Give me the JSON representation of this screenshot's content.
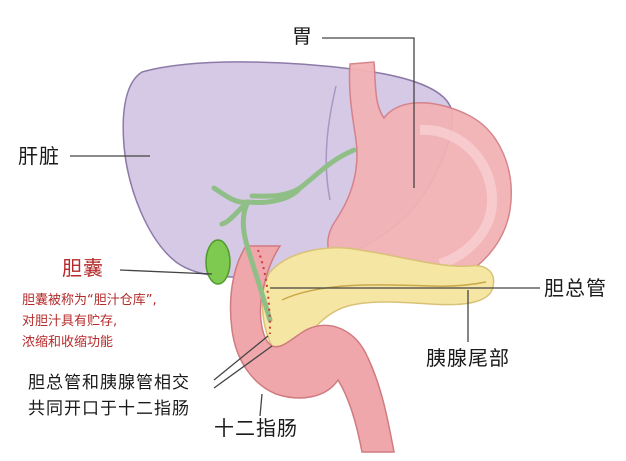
{
  "labels": {
    "stomach": "胃",
    "liver": "肝脏",
    "gallbladder": "胆囊",
    "common_bile_duct": "胆总管",
    "pancreas_tail": "胰腺尾部",
    "duodenum": "十二指肠"
  },
  "gallbladder_note": [
    "胆囊被称为“胆汁仓库”,",
    "对胆汁具有贮存,",
    "浓缩和收缩功能"
  ],
  "junction_note": [
    "胆总管和胰腺管相交",
    "共同开口于十二指肠"
  ],
  "colors": {
    "liver": "#d6c9e6",
    "stomach": "#f2b2b5",
    "pancreas": "#f6e6a4",
    "duodenum": "#f0a7ab",
    "bile_duct": "#8fbf86",
    "gallbladder": "#7ec94f",
    "red_text": "#b52a2a"
  }
}
